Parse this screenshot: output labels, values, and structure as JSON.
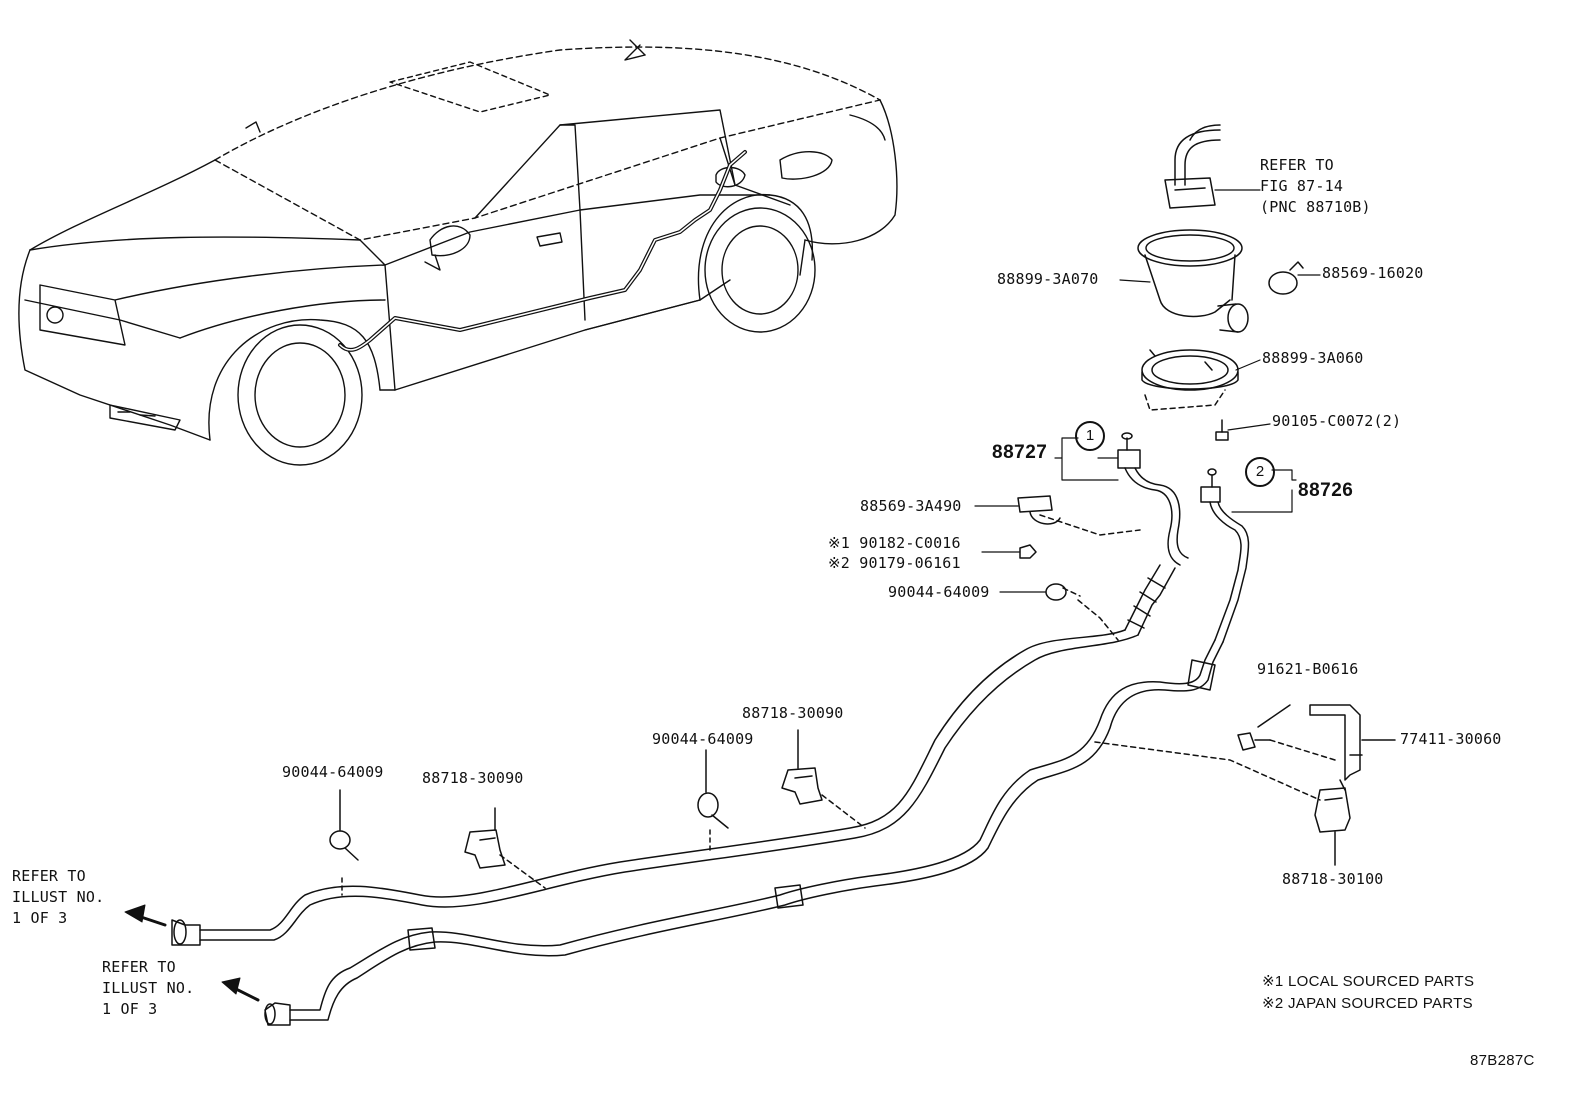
{
  "diagram_code": "87B287C",
  "refer_fig": {
    "line1": "REFER TO",
    "line2": "FIG 87-14",
    "line3": "(PNC 88710B)"
  },
  "refer_illust_upper": {
    "line1": "REFER TO",
    "line2": "ILLUST NO.",
    "line3": "1 OF 3"
  },
  "refer_illust_lower": {
    "line1": "REFER TO",
    "line2": "ILLUST NO.",
    "line3": "1 OF 3"
  },
  "parts": {
    "p_88899_3A070": "88899-3A070",
    "p_88569_16020": "88569-16020",
    "p_88899_3A060": "88899-3A060",
    "p_90105_C0072": "90105-C0072(2)",
    "p_88727": "88727",
    "p_88726": "88726",
    "p_88569_3A490": "88569-3A490",
    "p_90182_C0016": "※1 90182-C0016",
    "p_90179_06161": "※2 90179-06161",
    "p_90044_64009_a": "90044-64009",
    "p_91621_B0616": "91621-B0616",
    "p_77411_30060": "77411-30060",
    "p_88718_30090_a": "88718-30090",
    "p_90044_64009_b": "90044-64009",
    "p_90044_64009_c": "90044-64009",
    "p_88718_30090_b": "88718-30090",
    "p_88718_30100": "88718-30100"
  },
  "callouts": {
    "c1": "1",
    "c2": "2"
  },
  "notes": {
    "n1": "※1 LOCAL SOURCED PARTS",
    "n2": "※2 JAPAN SOURCED PARTS"
  }
}
